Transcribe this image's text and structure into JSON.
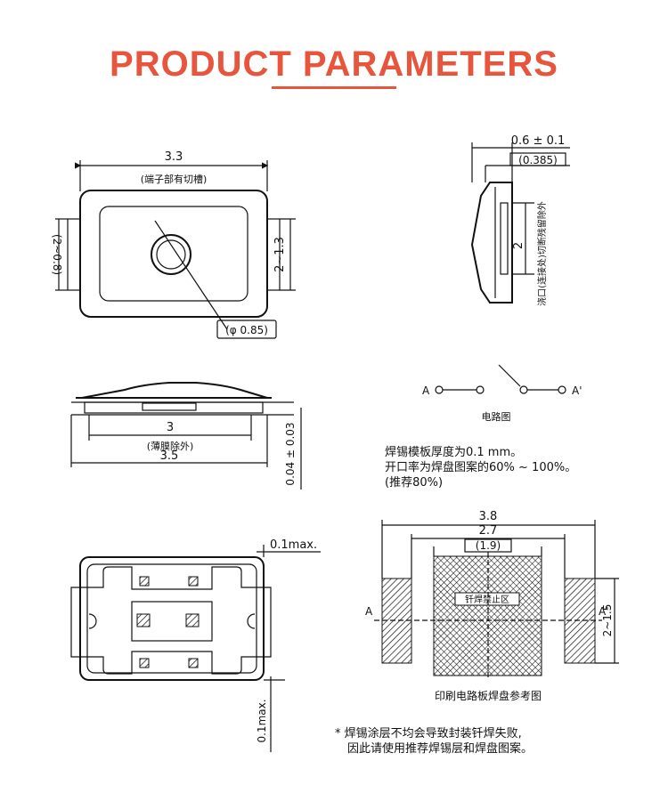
{
  "title": "PRODUCT PARAMETERS",
  "top_view": {
    "width_dim": "3.3",
    "width_note": "(端子部有切槽)",
    "left_dim": "(2~0.8)",
    "right_dim": "2~1.3",
    "diameter": "(φ 0.85)"
  },
  "side_view": {
    "dim_top": "0.6 ± 0.1",
    "dim_sub": "(0.385)",
    "dim_height": "2",
    "vertical_note": "浇口(连接处)切断残留除外"
  },
  "front_view": {
    "dim_3": "3",
    "dim_note": "(薄膜除外)",
    "dim_35": "3.5",
    "dim_thickness": "0.04 ± 0.03"
  },
  "circuit": {
    "label_a": "A",
    "label_a2": "A'",
    "caption": "电路图"
  },
  "stencil_note": [
    "焊锡模板厚度为0.1 mm。",
    "开口率为焊盘图案的60% ~ 100%。",
    "(推荐80%)"
  ],
  "bottom_view": {
    "dim_top": "0.1max.",
    "dim_bottom": "0.1max."
  },
  "pad_layout": {
    "dim_38": "3.8",
    "dim_27": "2.7",
    "dim_19": "(1.9)",
    "inner_label": "钎焊禁止区",
    "label_a": "A",
    "label_a2": "A'",
    "dim_side": "2~1.5",
    "caption": "印刷电路板焊盘参考图"
  },
  "warning": [
    "* 焊锡涂层不均会导致封装钎焊失败,",
    "因此请使用推荐焊锡层和焊盘图案。"
  ]
}
